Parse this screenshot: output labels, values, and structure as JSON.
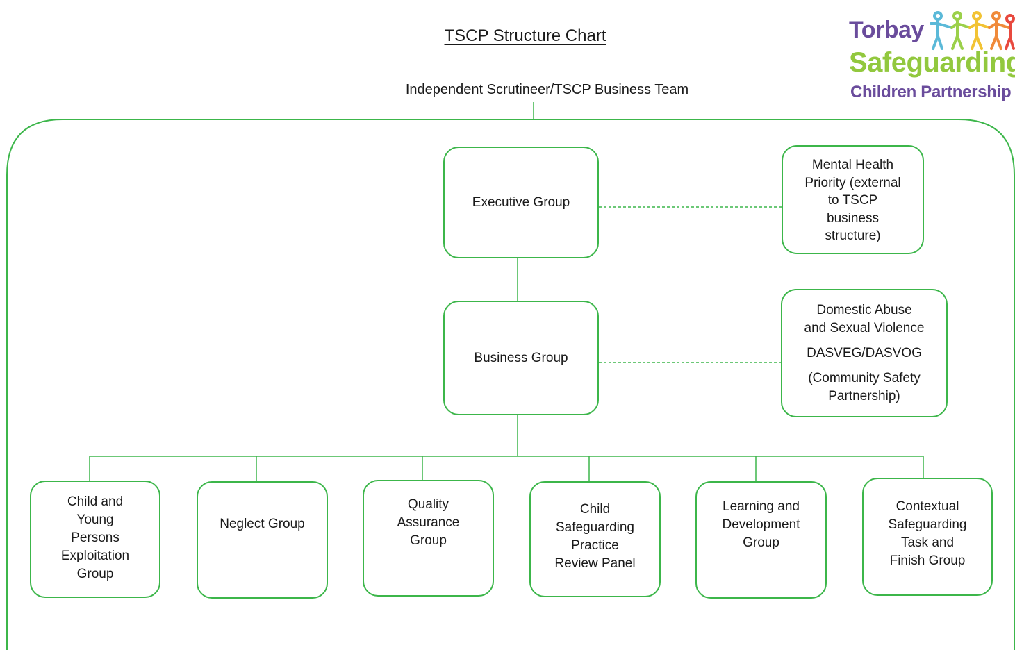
{
  "header": {
    "title": "TSCP Structure Chart",
    "top_label": "Independent Scrutineer/TSCP Business Team"
  },
  "logo": {
    "line1": "Torbay",
    "line2": "Safeguarding",
    "line3": "Children Partnership",
    "icon": "people-holding-hands-icon"
  },
  "nodes": {
    "executive": {
      "label": "Executive Group"
    },
    "business": {
      "label": "Business Group"
    },
    "mental_health": {
      "lines": [
        "Mental Health",
        "Priority (external",
        "to TSCP",
        "business",
        "structure)"
      ]
    },
    "domestic_abuse": {
      "lines": [
        "Domestic Abuse",
        "and Sexual Violence",
        "DASVEG/DASVOG",
        "(Community Safety",
        "Partnership)"
      ]
    },
    "subgroups": [
      {
        "lines": [
          "Child and",
          "Young",
          "Persons",
          "Exploitation",
          "Group"
        ]
      },
      {
        "lines": [
          "Neglect Group"
        ]
      },
      {
        "lines": [
          "Quality",
          "Assurance",
          "Group"
        ]
      },
      {
        "lines": [
          "Child",
          "Safeguarding",
          "Practice",
          "Review Panel"
        ]
      },
      {
        "lines": [
          "Learning and",
          "Development",
          "Group"
        ]
      },
      {
        "lines": [
          "Contextual",
          "Safeguarding",
          "Task and",
          "Finish Group"
        ]
      }
    ]
  },
  "colors": {
    "line": "#3cb64a",
    "logo_purple": "#6a4c9c",
    "logo_green": "#92c83e"
  }
}
